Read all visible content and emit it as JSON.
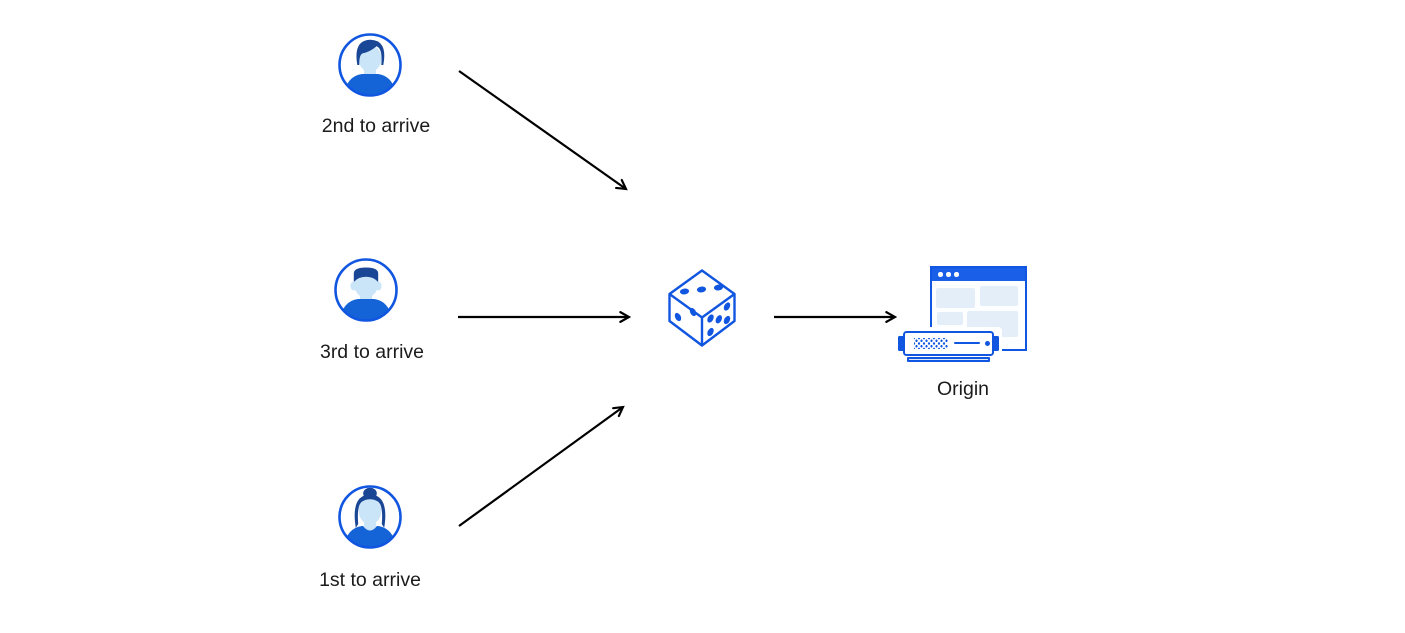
{
  "diagram": {
    "clients": [
      {
        "id": "client-2nd",
        "label": "2nd to arrive",
        "icon": "man-side-part-avatar-icon"
      },
      {
        "id": "client-3rd",
        "label": "3rd to arrive",
        "icon": "man-flat-top-avatar-icon"
      },
      {
        "id": "client-1st",
        "label": "1st to arrive",
        "icon": "woman-bun-avatar-icon"
      }
    ],
    "hub": {
      "id": "randomizer",
      "icon": "dice-icon"
    },
    "origin": {
      "id": "origin",
      "label": "Origin",
      "icon": "origin-server-browser-icon"
    },
    "edges": [
      {
        "from": "client-2nd",
        "to": "randomizer"
      },
      {
        "from": "client-3rd",
        "to": "randomizer"
      },
      {
        "from": "client-1st",
        "to": "randomizer"
      },
      {
        "from": "randomizer",
        "to": "origin"
      }
    ]
  },
  "colors": {
    "background": "#ffffff",
    "stroke_blue": "#1156e0",
    "header_blue": "#1a5fe8",
    "dark_hair_blue": "#1a4795",
    "face_light_blue": "#c9e5f7",
    "shirt_blue": "#1464d8",
    "panel_light_blue": "#e4eef9",
    "server_base_blue": "#d7e9f9",
    "arrow_black": "#000000",
    "label_text": "#1b1b1b"
  }
}
